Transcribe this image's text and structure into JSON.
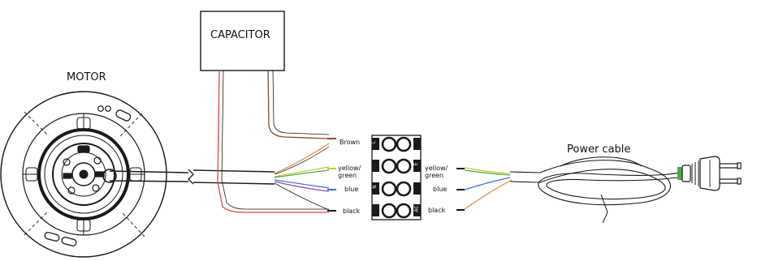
{
  "labels": {
    "motor": "MOTOR",
    "capacitor": "CAPACITOR",
    "power_cable": "Power cable"
  },
  "wires_left": {
    "brown": "Brown",
    "yellow_green": "yellow/ green",
    "blue": "blue",
    "black": "black"
  },
  "wires_right": {
    "yellow_green": "yellow/ green",
    "blue": "blue",
    "black": "black"
  },
  "terminal_block": {
    "slot_marks": [
      "L",
      "N",
      "E",
      "AC"
    ]
  },
  "colors": {
    "line": "#1a1a1a",
    "brown_wire": "#8b4a2b",
    "red_wire": "#e04848",
    "orange_wire": "#e8873a",
    "yellow_wire": "#c9c72a",
    "green_wire": "#4aa84a",
    "blue_wire": "#3c6fd6",
    "purple_wire": "#8e4aa8"
  }
}
